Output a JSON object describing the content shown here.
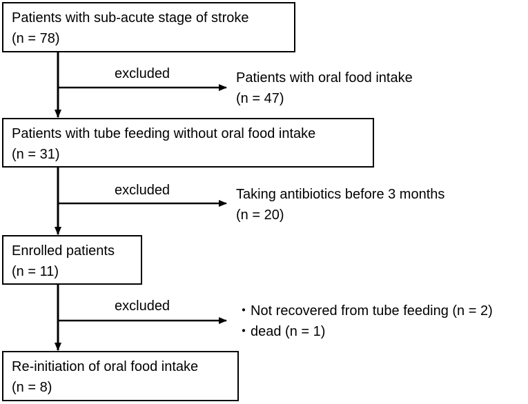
{
  "boxes": [
    {
      "title": "Patients with sub-acute stage of stroke",
      "count": "(n = 78)"
    },
    {
      "title": "Patients with tube feeding without oral food intake",
      "count": "(n = 31)"
    },
    {
      "title": "Enrolled patients",
      "count": "(n = 11)"
    },
    {
      "title": "Re-initiation of oral  food intake",
      "count": "(n = 8)"
    }
  ],
  "exclusions": [
    {
      "label": "excluded",
      "lines": [
        "Patients with oral food intake",
        "(n = 47)"
      ]
    },
    {
      "label": "excluded",
      "lines": [
        "Taking antibiotics before 3 months",
        "(n = 20)"
      ]
    },
    {
      "label": "excluded",
      "lines": [
        "・Not recovered from tube feeding (n = 2)",
        "・dead (n = 1)"
      ]
    }
  ]
}
